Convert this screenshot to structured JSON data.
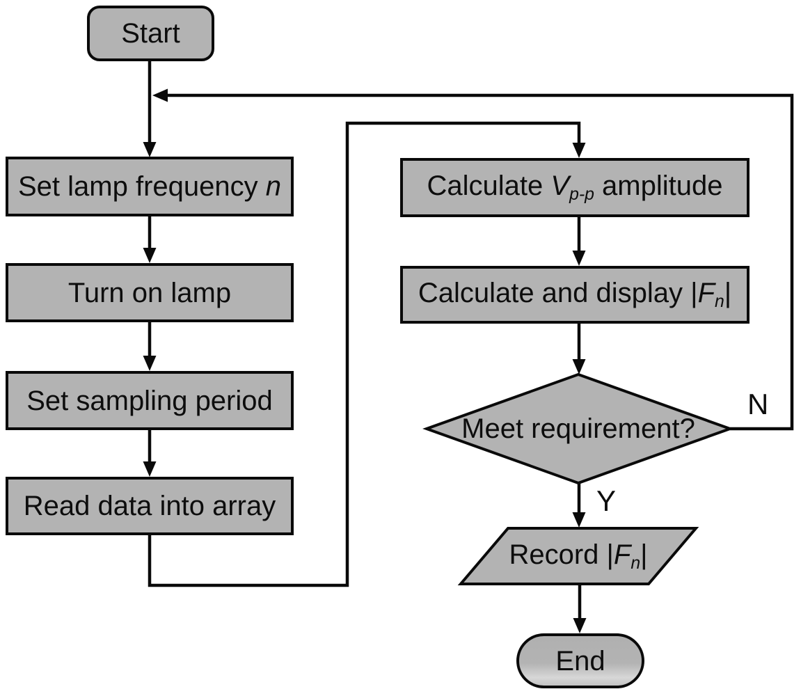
{
  "diagram": {
    "type": "flowchart",
    "colors": {
      "node_fill": "#b3b3b3",
      "node_border": "#0a0a0a",
      "line": "#0a0a0a",
      "text": "#0d0d0d",
      "bg": "#ffffff"
    },
    "nodes": {
      "start": {
        "shape": "rounded-rect",
        "label": "Start"
      },
      "set_lamp_frequency": {
        "shape": "process",
        "label_prefix": "Set lamp frequency ",
        "label_var": "n",
        "label_sub": "",
        "label_suffix": ""
      },
      "turn_on_lamp": {
        "shape": "process",
        "label": "Turn on lamp"
      },
      "set_sampling_period": {
        "shape": "process",
        "label": "Set sampling period"
      },
      "read_data_into_array": {
        "shape": "process",
        "label": "Read data into array"
      },
      "calculate_vpp_amplitude": {
        "shape": "process",
        "label_prefix": "Calculate ",
        "label_var": "V",
        "label_sub": "p-p",
        "label_suffix": " amplitude"
      },
      "calculate_display_fn": {
        "shape": "process",
        "label_prefix": "Calculate and display |",
        "label_var": "F",
        "label_sub": "n",
        "label_suffix": "|"
      },
      "meet_requirement": {
        "shape": "decision",
        "label": "Meet requirement?"
      },
      "record_fn": {
        "shape": "io-parallelogram",
        "label_prefix": "Record |",
        "label_var": "F",
        "label_sub": "n",
        "label_suffix": "|"
      },
      "end": {
        "shape": "stadium",
        "label": "End"
      }
    },
    "edge_labels": {
      "no": "N",
      "yes": "Y"
    }
  }
}
